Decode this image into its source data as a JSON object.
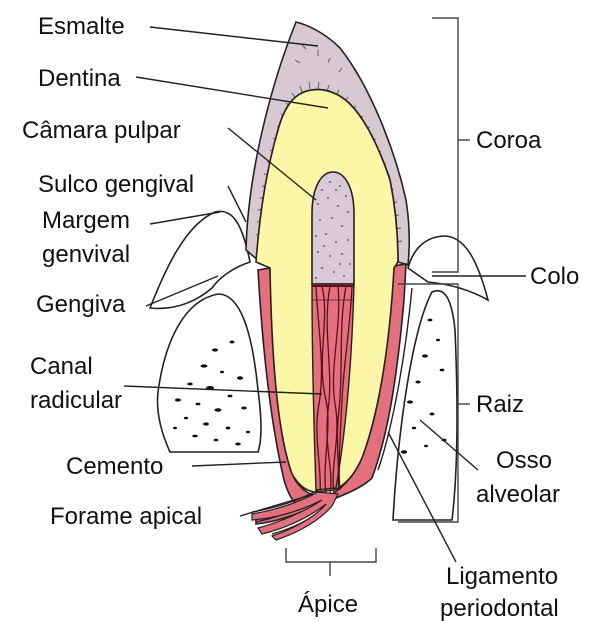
{
  "colors": {
    "enamel": "#d7c8d2",
    "dentin": "#fbf7a6",
    "pulp": "#d9c9d6",
    "cementum": "#e3707c",
    "nerve": "#5a0f1a",
    "outline": "#222222",
    "bone_speckle": "#111111"
  },
  "labels": {
    "esmalte": "Esmalte",
    "dentina": "Dentina",
    "camara_pulpar": "Câmara pulpar",
    "sulco_gengival": "Sulco gengival",
    "margem_line1": "Margem",
    "margem_line2": "genvival",
    "gengiva": "Gengiva",
    "canal_line1": "Canal",
    "canal_line2": "radicular",
    "cemento": "Cemento",
    "forame_apical": "Forame apical",
    "apice": "Ápice",
    "coroa": "Coroa",
    "colo": "Colo",
    "raiz": "Raiz",
    "osso_line1": "Osso",
    "osso_line2": "alveolar",
    "ligamento_line1": "Ligamento",
    "ligamento_line2": "periodontal"
  }
}
